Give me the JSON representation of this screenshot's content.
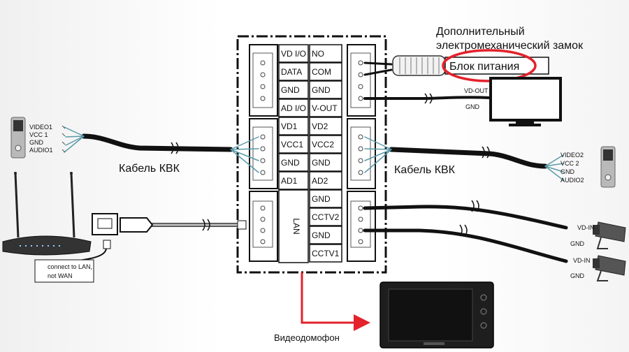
{
  "lock_title_line1": "Дополнительный",
  "lock_title_line2": "электромеханический замок",
  "power_supply": "Блок питания",
  "terminals_left": [
    "VD I/O",
    "DATA",
    "GND",
    "AD I/O",
    "VD1",
    "VCC1",
    "GND",
    "AD1"
  ],
  "terminals_right": [
    "NO",
    "COM",
    "GND",
    "V-OUT",
    "VD2",
    "VCC2",
    "GND",
    "AD2",
    "GND",
    "CCTV2",
    "GND",
    "CCTV1"
  ],
  "lan_label": "LAN",
  "cable_left": "Кабель КВК",
  "cable_right": "Кабель КВК",
  "panel1_labels": [
    "VIDEO1",
    "VCC 1",
    "GND",
    "AUDIO1"
  ],
  "panel2_labels": [
    "VIDEO2",
    "VCC 2",
    "GND",
    "AUDIO2"
  ],
  "monitor_labels": [
    "VD-OUT",
    "GND"
  ],
  "cam1_labels": [
    "VD-IN",
    "GND"
  ],
  "cam2_labels": [
    "VD-IN",
    "GND"
  ],
  "router_note_line1": "connect to LAN,",
  "router_note_line2": "not WAN",
  "videophone_label": "Видеодомофон",
  "colors": {
    "highlight": "#e3222b",
    "arrow": "#e3222b",
    "wire": "#222222"
  }
}
